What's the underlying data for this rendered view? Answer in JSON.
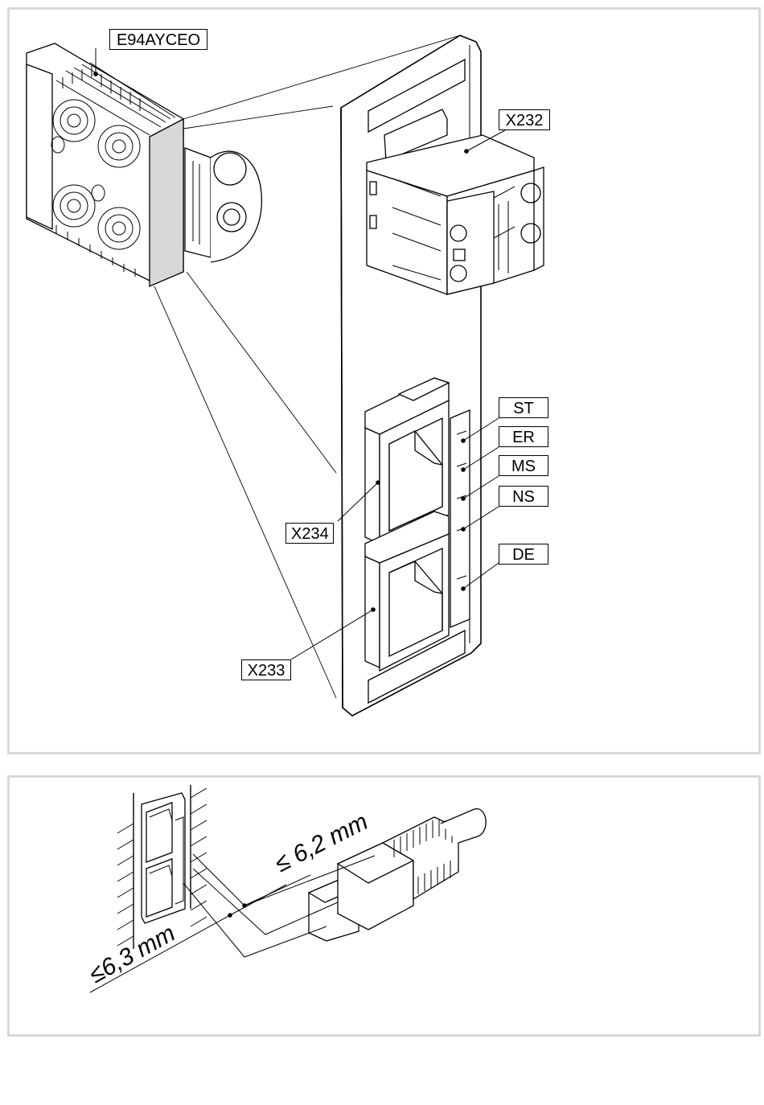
{
  "top_figure": {
    "labels": {
      "module": "E94AYCEO",
      "x232": "X232",
      "x234": "X234",
      "x233": "X233",
      "st": "ST",
      "er": "ER",
      "ms": "MS",
      "ns": "NS",
      "de": "DE"
    }
  },
  "bottom_figure": {
    "dim_upper": "≤ 6,2 mm",
    "dim_lower": "≤6,3 mm"
  }
}
